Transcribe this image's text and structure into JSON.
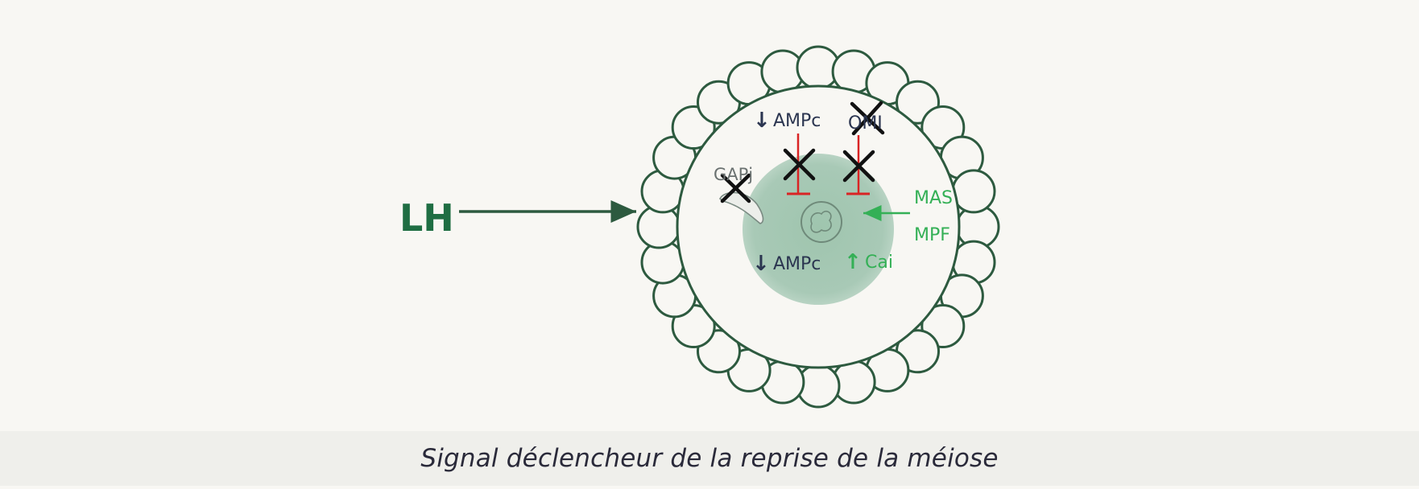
{
  "diagram": {
    "stimulus_label": "LH",
    "top_left_label": "AMPc",
    "top_right_label": "OMI",
    "gap_label": "GAPj",
    "bottom_left_label": "AMPc",
    "bottom_right_label": "Cai",
    "side_label_1": "MAS",
    "side_label_2": "MPF",
    "down_arrow": "↓",
    "up_arrow": "↑"
  },
  "caption": "Signal déclencheur de la reprise de la méiose",
  "colors": {
    "background": "#f8f7f3",
    "cell_outline": "#2d5a3f",
    "lh_text": "#1f6e43",
    "oocyte_fill": "#a6c8b4",
    "inhibit_red": "#d92424",
    "green_label": "#34b056",
    "dark_label": "#2b3550"
  }
}
